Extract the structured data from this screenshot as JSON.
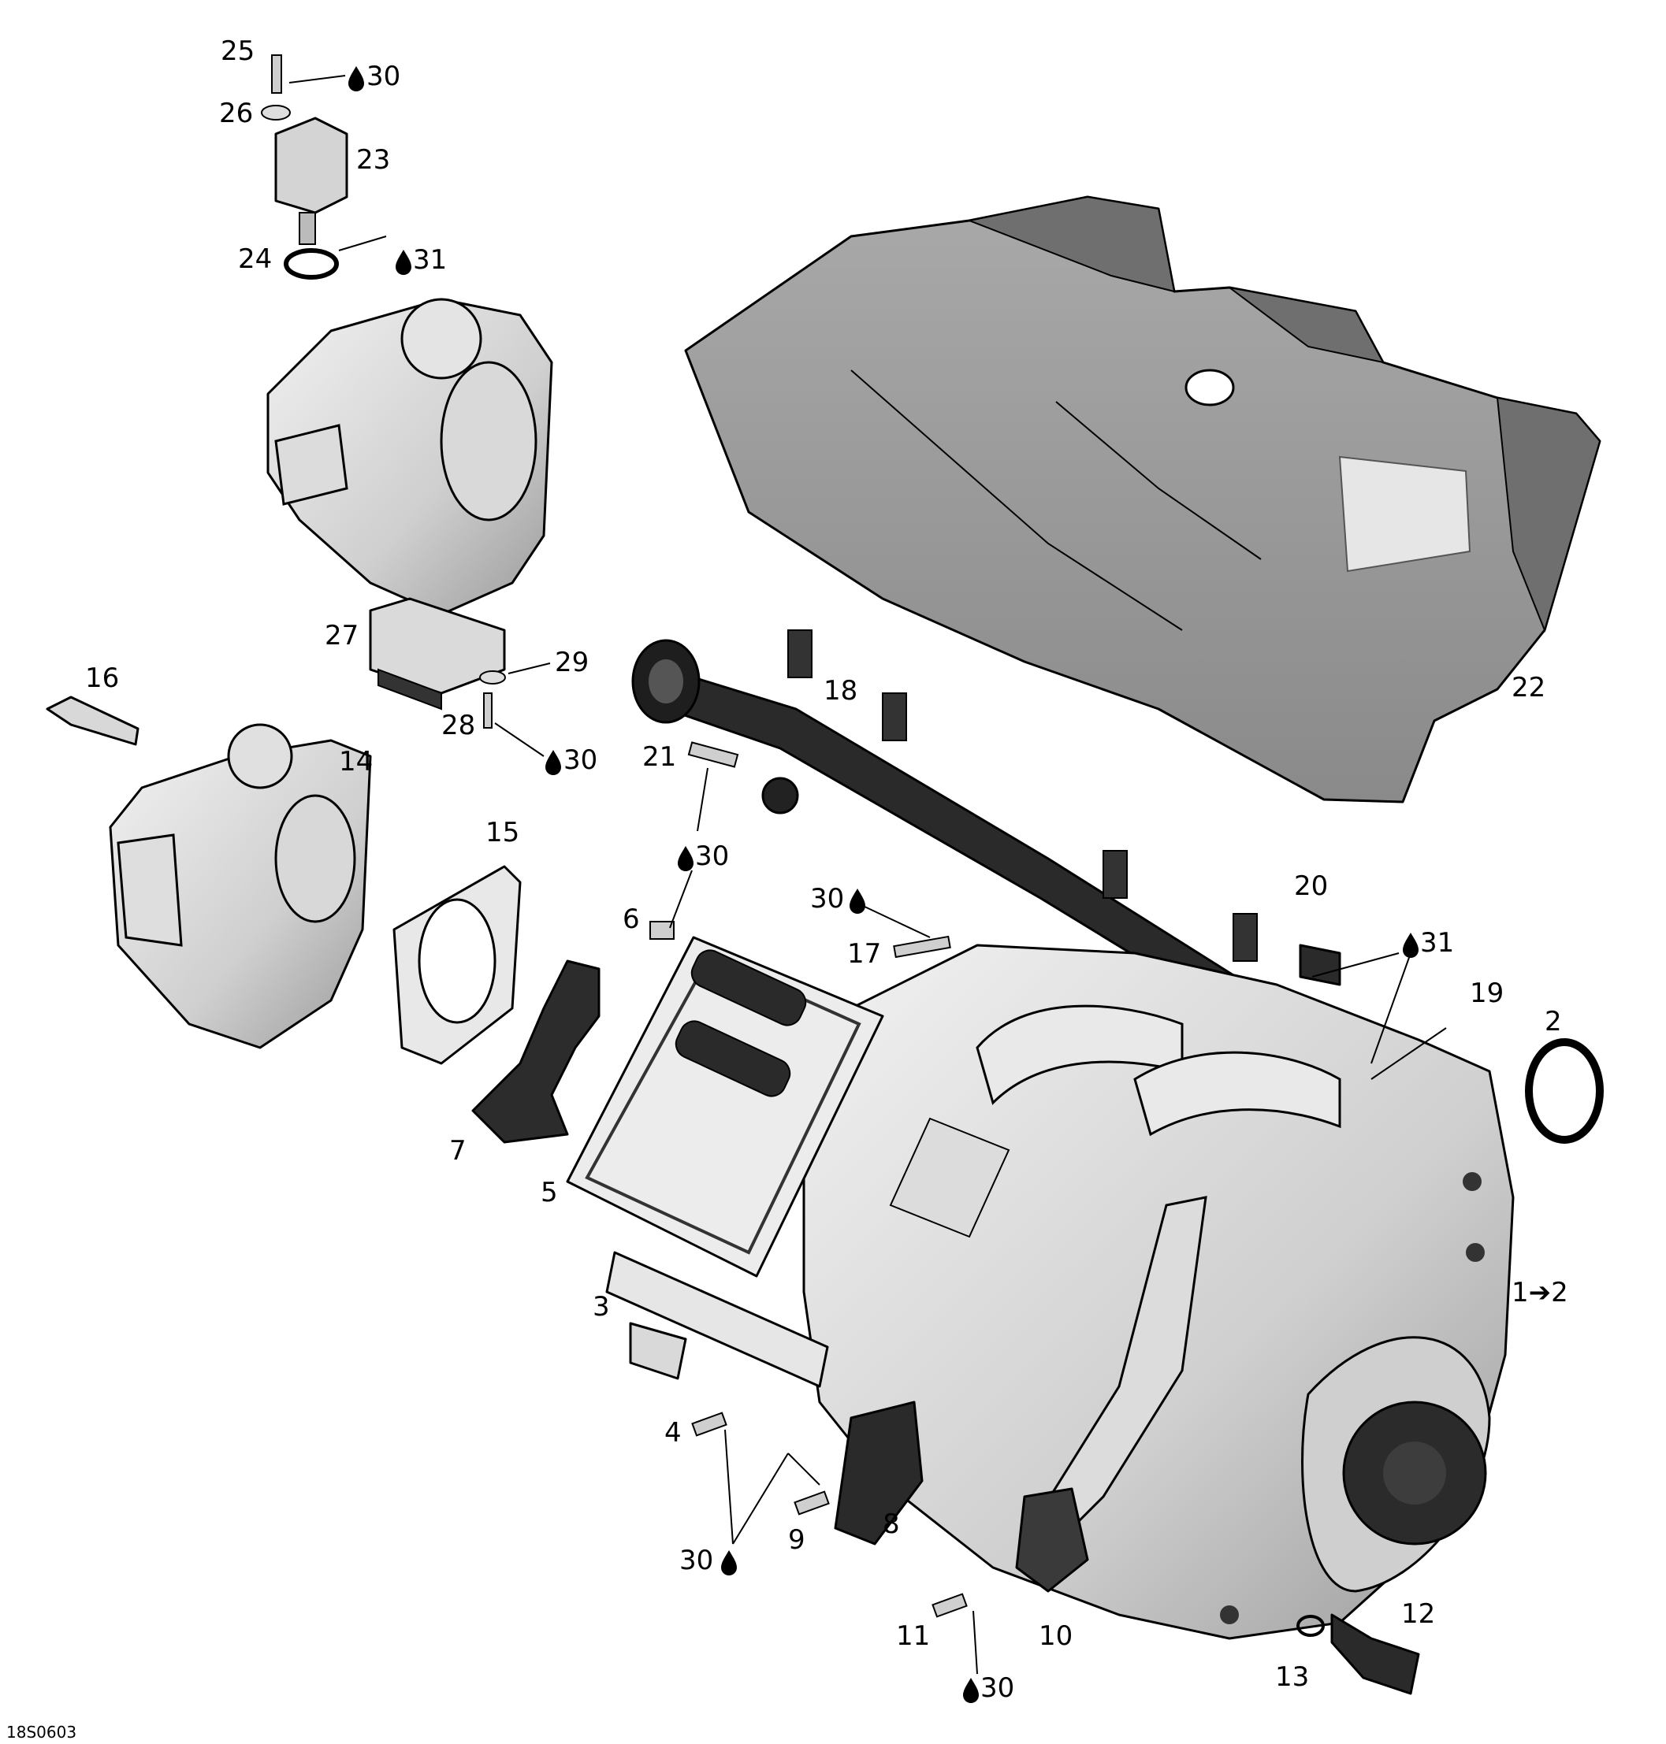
{
  "figure": {
    "reference_code": "18S0603",
    "lubricant_codes": {
      "a": "30",
      "b": "31"
    },
    "arrow_note": "1➔2",
    "callouts": {
      "n2": "2",
      "n3": "3",
      "n4": "4",
      "n5": "5",
      "n6": "6",
      "n7": "7",
      "n8": "8",
      "n9": "9",
      "n10": "10",
      "n11": "11",
      "n12": "12",
      "n13": "13",
      "n14": "14",
      "n15": "15",
      "n16": "16",
      "n17": "17",
      "n18": "18",
      "n19": "19",
      "n20": "20",
      "n21": "21",
      "n22": "22",
      "n23": "23",
      "n24": "24",
      "n25": "25",
      "n26": "26",
      "n27": "27",
      "n28": "28",
      "n29": "29"
    }
  }
}
